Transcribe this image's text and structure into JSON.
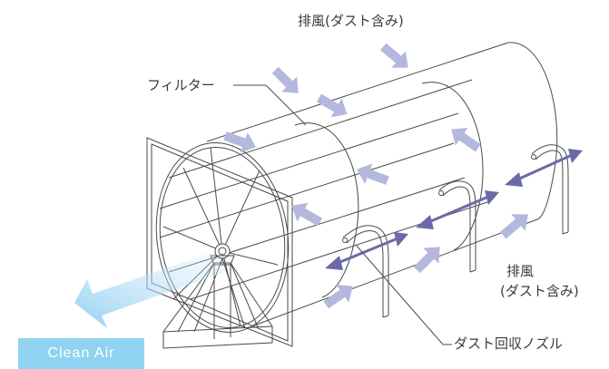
{
  "labels": {
    "exhaust_top": "排風(ダスト含み)",
    "filter": "フィルター",
    "exhaust_right_line1": "排風",
    "exhaust_right_line2": "(ダスト含み)",
    "nozzle": "ダスト回収ノズル",
    "clean_air": "Clean Air"
  },
  "colors": {
    "line": "#4a4a4a",
    "inflow_arrow": "#b4b8dc",
    "nozzle_arrow": "#6b6aa8",
    "clean_air_arrow": "#a9d8f2",
    "clean_air_badge": "#8fd3f0"
  }
}
